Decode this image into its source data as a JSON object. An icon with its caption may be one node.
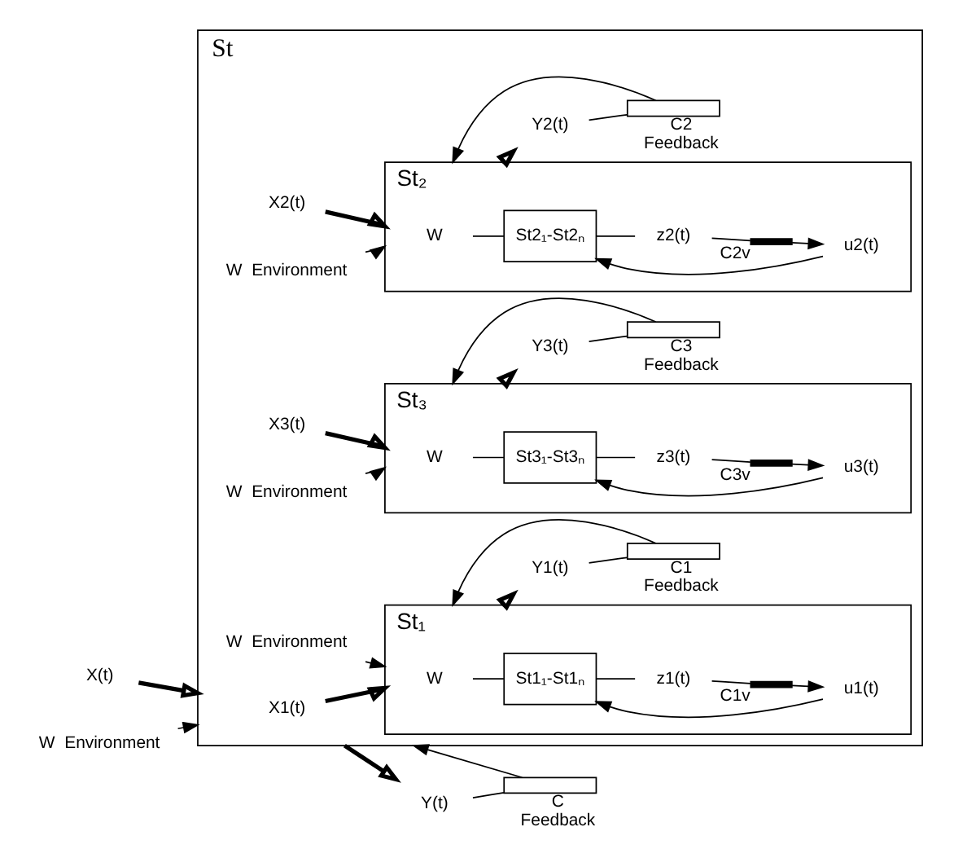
{
  "diagram": {
    "nodes": [
      {
        "text": [
          "X(t)"
        ]
      },
      {
        "text": [
          "W"
        ],
        "beside": [
          "Environment"
        ]
      },
      {
        "text": [],
        "shape": "box",
        "beside": [
          "C",
          "Feedback"
        ]
      },
      {
        "text": [
          "St"
        ]
      },
      {
        "text": [
          "X1(t)"
        ],
        "in": 3
      },
      {
        "text": [
          "W"
        ],
        "in": 3,
        "beside": [
          "Environment"
        ]
      },
      {
        "text": [],
        "shape": "box",
        "in": 3,
        "beside": [
          "C1",
          "Feedback"
        ]
      },
      {
        "text": [
          "St₁"
        ],
        "in": 3
      },
      {
        "text": [
          "W"
        ],
        "in": 7
      },
      {
        "text": [],
        "shape": "bar",
        "in": 7,
        "beside": [
          "C1v"
        ]
      },
      {
        "text": [
          "u1(t)"
        ],
        "in": 7
      },
      {
        "text": [
          "St1₁-St1ₙ"
        ],
        "in": 7
      },
      {
        "text": [
          "z1(t)"
        ],
        "in": 7
      },
      {
        "text": [
          "Y1(t)"
        ],
        "in": 3
      },
      {
        "text": [
          "X2(t)"
        ],
        "in": 3
      },
      {
        "text": [
          "W"
        ],
        "in": 3,
        "beside": [
          "Environment"
        ]
      },
      {
        "text": [],
        "shape": "box",
        "in": 3,
        "beside": [
          "C2",
          "Feedback"
        ]
      },
      {
        "text": [
          "St₂"
        ],
        "in": 3
      },
      {
        "text": [
          "W"
        ],
        "in": 17
      },
      {
        "text": [],
        "shape": "bar",
        "in": 17,
        "beside": [
          "C2v"
        ]
      },
      {
        "text": [
          "u2(t)"
        ],
        "in": 17
      },
      {
        "text": [
          "St2₁-St2ₙ"
        ],
        "in": 17
      },
      {
        "text": [
          "z2(t)"
        ],
        "in": 17
      },
      {
        "text": [
          "Y2(t)"
        ],
        "in": 3
      },
      {
        "text": [
          "X3(t)"
        ],
        "in": 3
      },
      {
        "text": [
          "W"
        ],
        "in": 3,
        "beside": [
          "Environment"
        ]
      },
      {
        "text": [],
        "shape": "box",
        "in": 3,
        "beside": [
          "C3",
          "Feedback"
        ]
      },
      {
        "text": [
          "St₃"
        ],
        "in": 3
      },
      {
        "text": [
          "W"
        ],
        "in": 27
      },
      {
        "text": [],
        "shape": "bar",
        "in": 27,
        "beside": [
          "C3v"
        ]
      },
      {
        "text": [
          "u3(t)"
        ],
        "in": 27
      },
      {
        "text": [
          "St3₁-St3ₙ"
        ],
        "in": 27
      },
      {
        "text": [
          "z3(t)"
        ],
        "in": 27
      },
      {
        "text": [
          "Y3(t)"
        ],
        "in": 3
      },
      {
        "text": [
          "Y(t)"
        ]
      }
    ],
    "edges": [
      {
        "from": 0,
        "to": 3,
        "arrow": "to",
        "style": "thick"
      },
      {
        "from": 1,
        "to": 3,
        "arrow": "to"
      },
      {
        "from": 3,
        "to": 34,
        "arrow": "to",
        "style": "thick"
      },
      {
        "from": 34,
        "to": 2,
        "arrow": "none"
      },
      {
        "from": 2,
        "to": 3,
        "arrow": "to"
      },
      {
        "from": 4,
        "to": 7,
        "arrow": "to",
        "style": "thick"
      },
      {
        "from": 5,
        "to": 7,
        "arrow": "to"
      },
      {
        "from": 7,
        "to": 13,
        "arrow": "to",
        "style": "thick"
      },
      {
        "from": 13,
        "to": 6,
        "arrow": "none"
      },
      {
        "from": 6,
        "to": 7,
        "arrow": "to"
      },
      {
        "from": 8,
        "to": 11,
        "arrow": "none"
      },
      {
        "from": 10,
        "to": 11,
        "arrow": "to"
      },
      {
        "from": 11,
        "to": 12,
        "arrow": "none"
      },
      {
        "from": 12,
        "to": 9,
        "arrow": "none"
      },
      {
        "from": 9,
        "to": 10,
        "arrow": "to"
      },
      {
        "from": 14,
        "to": 17,
        "arrow": "to",
        "style": "thick"
      },
      {
        "from": 15,
        "to": 17,
        "arrow": "to"
      },
      {
        "from": 17,
        "to": 23,
        "arrow": "to",
        "style": "thick"
      },
      {
        "from": 23,
        "to": 16,
        "arrow": "none"
      },
      {
        "from": 16,
        "to": 17,
        "arrow": "to"
      },
      {
        "from": 18,
        "to": 21,
        "arrow": "none"
      },
      {
        "from": 20,
        "to": 21,
        "arrow": "to"
      },
      {
        "from": 21,
        "to": 22,
        "arrow": "none"
      },
      {
        "from": 22,
        "to": 19,
        "arrow": "none"
      },
      {
        "from": 19,
        "to": 20,
        "arrow": "to"
      },
      {
        "from": 24,
        "to": 27,
        "arrow": "to",
        "style": "thick"
      },
      {
        "from": 25,
        "to": 27,
        "arrow": "to"
      },
      {
        "from": 27,
        "to": 33,
        "arrow": "to",
        "style": "thick"
      },
      {
        "from": 33,
        "to": 26,
        "arrow": "none"
      },
      {
        "from": 26,
        "to": 27,
        "arrow": "to"
      },
      {
        "from": 28,
        "to": 31,
        "arrow": "none"
      },
      {
        "from": 30,
        "to": 31,
        "arrow": "to"
      },
      {
        "from": 31,
        "to": 32,
        "arrow": "none"
      },
      {
        "from": 32,
        "to": 29,
        "arrow": "none"
      },
      {
        "from": 29,
        "to": 30,
        "arrow": "to"
      }
    ]
  }
}
